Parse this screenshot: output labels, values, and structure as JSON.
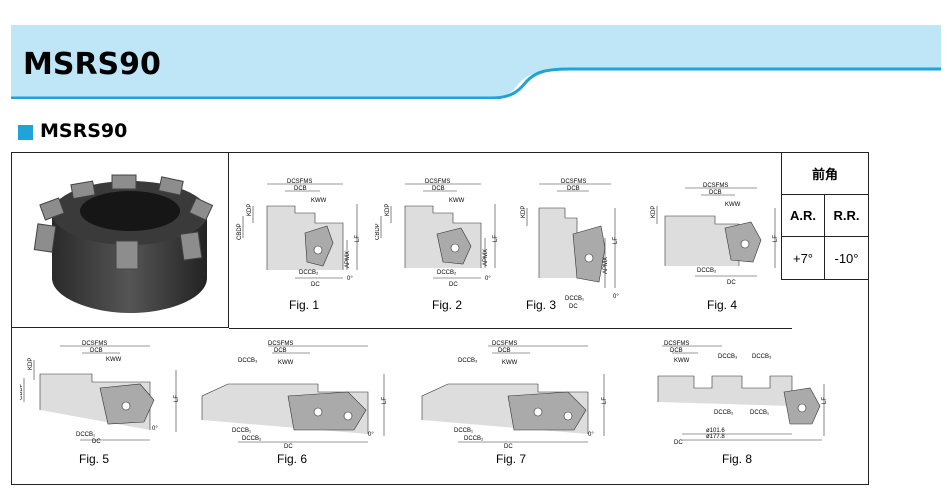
{
  "header": {
    "title": "MSRS90"
  },
  "section": {
    "title": "MSRS90"
  },
  "rake_table": {
    "title": "前角",
    "columns": [
      "A.R.",
      "R.R."
    ],
    "values": [
      "+7°",
      "-10°"
    ]
  },
  "dims": {
    "dcsfms": "DCSFMS",
    "dcb": "DCB",
    "kww": "KWW",
    "kdp": "KDP",
    "cbdp": "CBDP",
    "lf": "LF",
    "apmx": "APMX",
    "dc": "DC",
    "dccb1": "DCCB₁",
    "dccb2": "DCCB₂",
    "dccb3": "DCCB₃",
    "angle": "0°",
    "d1016": "ø101.6",
    "d1778": "ø177.8"
  },
  "figures": [
    "Fig. 1",
    "Fig. 2",
    "Fig. 3",
    "Fig. 4",
    "Fig. 5",
    "Fig. 6",
    "Fig. 7",
    "Fig. 8"
  ],
  "colors": {
    "banner_light": "#bfe6f7",
    "banner_line": "#1fa3d9",
    "marker": "#1fa3d9"
  }
}
